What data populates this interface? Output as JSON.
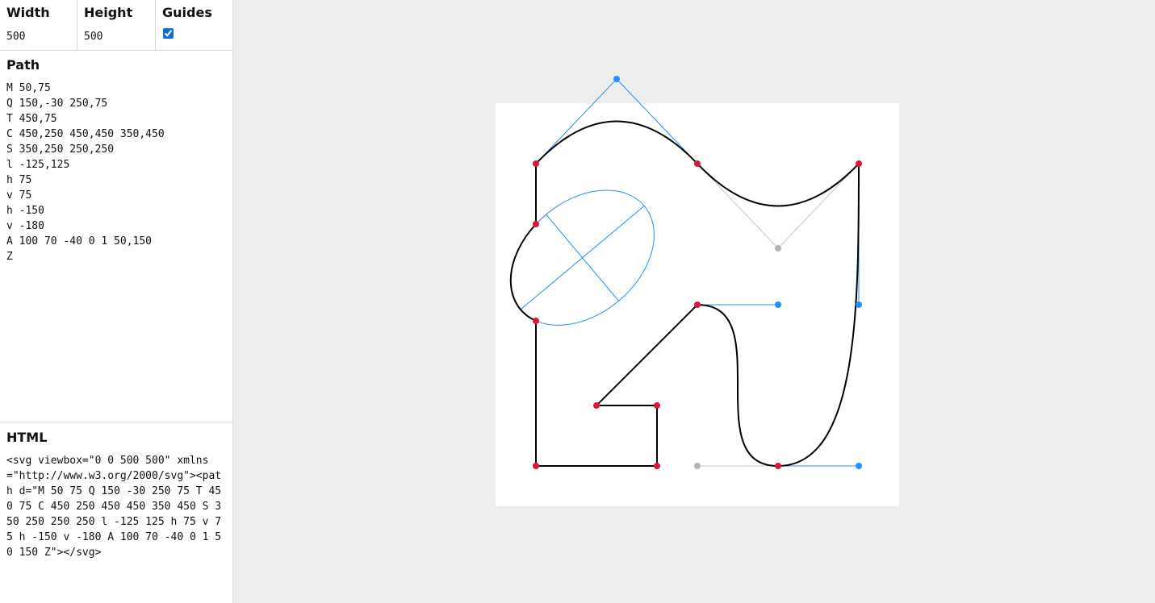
{
  "settings": {
    "width_label": "Width",
    "width_value": "500",
    "height_label": "Height",
    "height_value": "500",
    "guides_label": "Guides",
    "guides_checked": true
  },
  "path": {
    "label": "Path",
    "text": "M 50,75\nQ 150,-30 250,75\nT 450,75\nC 450,250 450,450 350,450\nS 350,250 250,250\nl -125,125\nh 75\nv 75\nh -150\nv -180\nA 100 70 -40 0 1 50,150\nZ"
  },
  "html": {
    "label": "HTML",
    "text": "<svg viewbox=\"0 0 500 500\" xmlns=\"http://www.w3.org/2000/svg\"><path d=\"M 50 75 Q 150 -30 250 75 T 450 75 C 450 250 450 450 350 450 S 350 250 250 250 l -125 125 h 75 v 75 h -150 v -180 A 100 70 -40 0 1 50 150 Z\"></svg>"
  },
  "colors": {
    "path_stroke": "#000000",
    "anchor_point": "#dc143c",
    "control_point": "#1e90ff",
    "reflected_control": "#b4b4b4",
    "guide_line": "#1e90ff",
    "reflected_guide": "#c8c8c8",
    "canvas_bg": "#ffffff",
    "workspace_bg": "#ededed"
  }
}
